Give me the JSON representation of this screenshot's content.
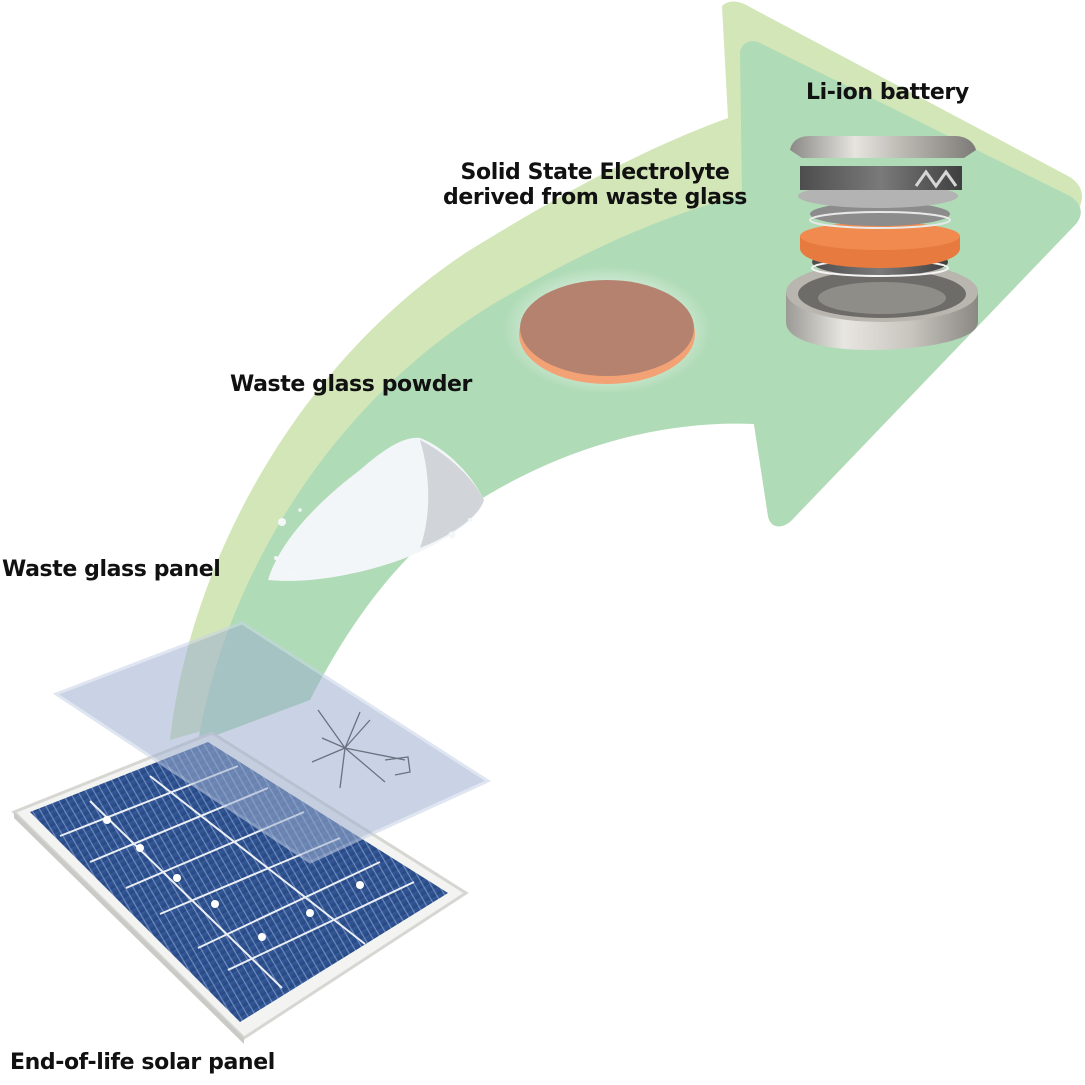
{
  "diagram": {
    "type": "process-flow",
    "description": "Recycling waste glass from end-of-life solar panels into solid state electrolyte for Li-ion batteries",
    "colors": {
      "arrow_outer": "#d3e6b8",
      "arrow_inner": "#b0dbb7",
      "glass_sheet": "#a9b8d4",
      "solar_cell": "#2d4f8c",
      "solar_frame": "#f2f2f2",
      "electrolyte_disc": "#b5826f",
      "electrolyte_edge": "#f29c70",
      "battery_metal": "#b9b7b2",
      "battery_separator": "#e8844a",
      "powder": "#f1f4f6"
    },
    "stages": [
      {
        "id": "solar-panel",
        "label": "End-of-life solar panel",
        "icon": "solar-panel-icon"
      },
      {
        "id": "glass-panel",
        "label": "Waste glass panel",
        "icon": "cracked-glass-icon"
      },
      {
        "id": "glass-powder",
        "label": "Waste glass powder",
        "icon": "powder-pile-icon"
      },
      {
        "id": "electrolyte",
        "label_line1": "Solid State Electrolyte",
        "label_line2": "derived from waste glass",
        "icon": "electrolyte-disc-icon"
      },
      {
        "id": "battery",
        "label": "Li-ion battery",
        "icon": "coin-cell-battery-icon"
      }
    ],
    "flow_arrow": "curved-arrow-icon"
  }
}
